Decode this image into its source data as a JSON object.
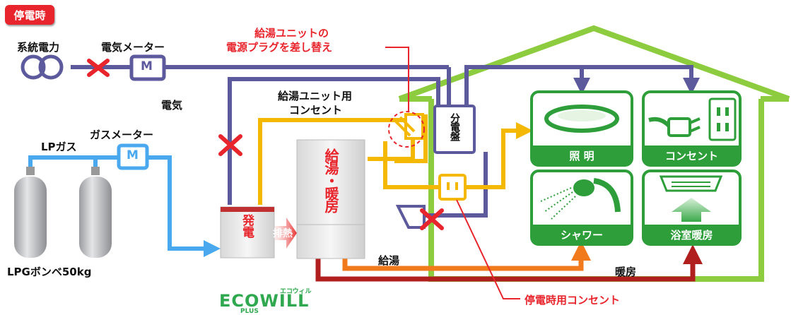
{
  "badge": "停電時",
  "labels": {
    "grid": "系統電力",
    "meter": "電気メーター",
    "meter_symbol": "M",
    "electricity": "電気",
    "gas_meter": "ガスメーター",
    "gas_meter_symbol": "M",
    "lp_gas": "LPガス",
    "lpg": "LPGボンベ50kg",
    "plug_swap_1": "給湯ユニットの",
    "plug_swap_2": "電源プラグを差し替え",
    "unit_outlet_1": "給湯ユニット用",
    "unit_outlet_2": "コンセント",
    "panel": "分電盤",
    "generator": "発電",
    "exhaust": "排熱",
    "boiler": "給湯・暖房",
    "hot_water": "給湯",
    "heating": "暖房",
    "outage_outlet": "停電時用コンセント",
    "eco_brand": "ECOWILL",
    "eco_kana": "エコウィル",
    "eco_plus": "PLUS"
  },
  "fixtures": [
    {
      "id": "lighting",
      "label": "照 明"
    },
    {
      "id": "outlet",
      "label": "コンセント"
    },
    {
      "id": "shower",
      "label": "シャワー"
    },
    {
      "id": "bath-heater",
      "label": "浴室暖房"
    }
  ],
  "colors": {
    "electric_line": "#5c5a9c",
    "gas_line": "#4aa8ef",
    "backup_line": "#f5b800",
    "hot_water_line": "#f07a1c",
    "heating_line": "#b01e1e",
    "house": "#8ccc3e",
    "fixture": "#2e9e3a",
    "cross": "#e8252c",
    "badge": "#e8252c"
  }
}
